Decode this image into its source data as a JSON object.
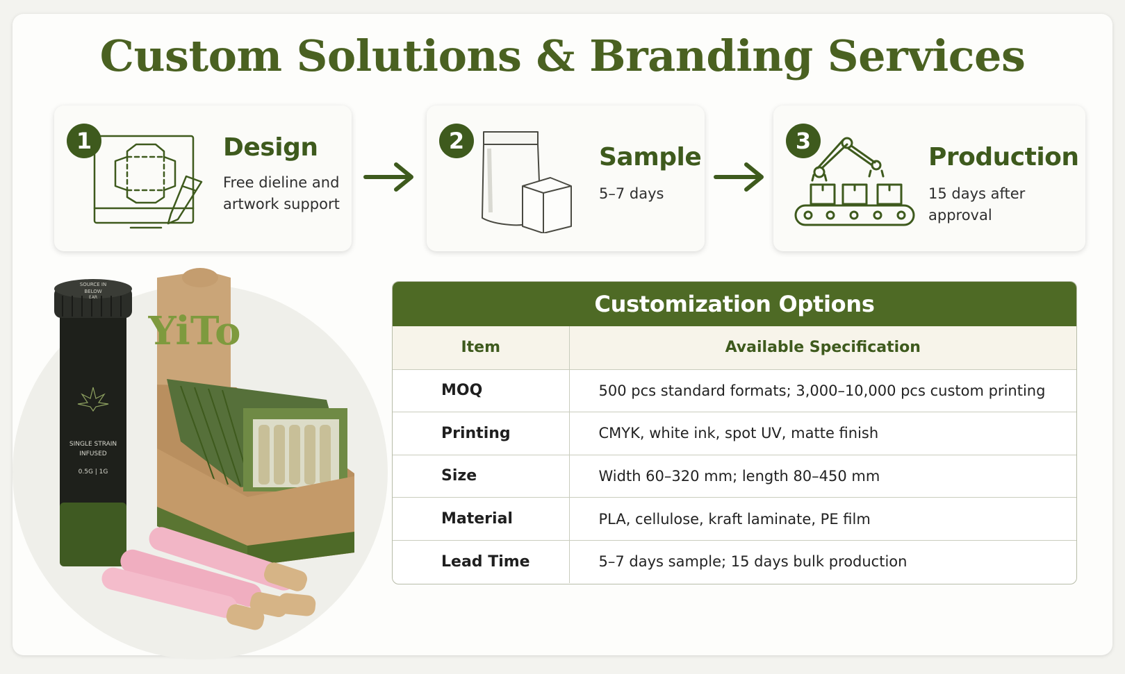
{
  "title": "Custom Solutions & Branding Services",
  "steps": [
    {
      "number": "1",
      "name": "Design",
      "desc_line1": "Free dieline and",
      "desc_line2": "artwork support"
    },
    {
      "number": "2",
      "name": "Sample",
      "desc_line1": "5–7 days",
      "desc_line2": ""
    },
    {
      "number": "3",
      "name": "Production",
      "desc_line1": "15 days after approval",
      "desc_line2": ""
    }
  ],
  "product": {
    "tube_cap_text_1": "SOURCE IN",
    "tube_cap_text_2": "BELOW",
    "tube_cap_text_3": "EAR",
    "tube_label_1": "SINGLE STRAIN",
    "tube_label_2": "INFUSED",
    "tube_label_3": "0.5G | 1G",
    "box_logo": "YiTo"
  },
  "table": {
    "heading": "Customization Options",
    "col_item": "Item",
    "col_spec": "Available Specification",
    "rows": [
      {
        "item": "MOQ",
        "spec": "500 pcs standard formats; 3,000–10,000 pcs custom printing"
      },
      {
        "item": "Printing",
        "spec": "CMYK, white ink, spot UV, matte finish"
      },
      {
        "item": "Size",
        "spec": "Width 60–320 mm; length 80–450 mm"
      },
      {
        "item": "Material",
        "spec": "PLA, cellulose, kraft laminate, PE film"
      },
      {
        "item": "Lead Time",
        "spec": "5–7 days sample; 15 days bulk production"
      }
    ]
  },
  "colors": {
    "brand_green": "#4a6121",
    "badge_green": "#3e5a1d",
    "table_header": "#4e6a25",
    "kraft": "#c9a476",
    "pink": "#f2b6c6"
  },
  "icons": [
    "dieline-design-icon",
    "pouch-box-icon",
    "robot-arm-conveyor-icon",
    "arrow-right-icon"
  ]
}
